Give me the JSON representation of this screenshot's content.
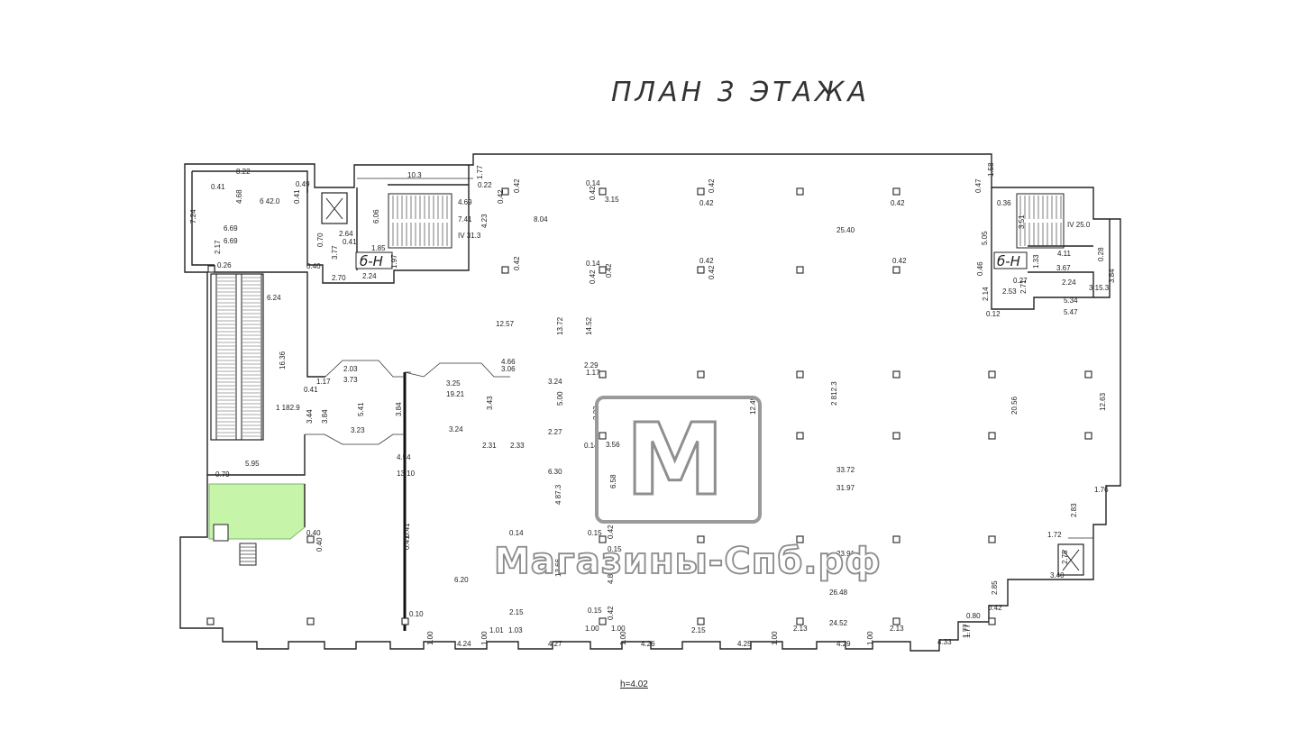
{
  "title": "ПЛАН 3 ЭТАЖА",
  "watermark": {
    "letter": "M",
    "text": "Магазины-Спб.рф"
  },
  "height_note": "h=4.02",
  "room_labels": [
    "б-Н",
    "б-Н"
  ],
  "highlight_color": "#c6f4a9",
  "dimensions": {
    "top_left_room": [
      "8.22",
      "0.41",
      "4.68",
      "б 42.0",
      "0.41",
      "0.49",
      "7.24",
      "6.69",
      "6.69",
      "2.17",
      "0.26"
    ],
    "stair_block": [
      "10.3",
      "4.69",
      "7.41",
      "IV 31.3",
      "6.06",
      "2.64",
      "0.70",
      "3.77",
      "0.41",
      "1.85",
      "1.97",
      "4.23",
      "1.77",
      "0.22",
      "2.70",
      "2.24",
      "0.40"
    ],
    "main_hall_top": [
      "0.42",
      "0.42",
      "0.14",
      "0.42",
      "3.15",
      "0.42",
      "0.42",
      "8.04",
      "25.40",
      "0.47",
      "1.58",
      "0.42",
      "0.42",
      "0.14",
      "0.42",
      "0.42",
      "0.42",
      "0.42",
      "0.42"
    ],
    "right_stair": [
      "0.36",
      "3.51",
      "IV 25.0",
      "5.05",
      "4.11",
      "0.28",
      "3.67",
      "1.33",
      "0.46",
      "0.27",
      "2.24",
      "2.53",
      "2.71",
      "3 15.3",
      "3.84",
      "5.34",
      "5.47",
      "2.14",
      "0.12"
    ],
    "left_corridor": [
      "6.24",
      "16.36",
      "1 182.9",
      "3.44",
      "3.84",
      "5.41",
      "3.84",
      "5.95",
      "0.79",
      "0.40",
      "0.40"
    ],
    "central": [
      "12.57",
      "13.72",
      "14.52",
      "2.03",
      "3.73",
      "1.17",
      "0.41",
      "3.25",
      "19.21",
      "4.66",
      "3.06",
      "2.29",
      "1.17",
      "3.24",
      "5.00",
      "3.43",
      "3.23",
      "3.23",
      "3.24",
      "2.27",
      "2.31",
      "2.33",
      "0.14",
      "3.56",
      "6.30",
      "6.58",
      "4 87.3",
      "4.54",
      "13.10",
      "0.41",
      "0.41"
    ],
    "right_hall": [
      "2 812.3",
      "12.49",
      "33.72",
      "31.97",
      "20.56",
      "12.63",
      "1.76",
      "2.83",
      "1.72",
      "2.75",
      "3.40",
      "2.85",
      "0.80",
      "0.42",
      "26.48",
      "24.52",
      "23.91",
      "1.77"
    ],
    "lower": [
      "0.14",
      "0.15",
      "0.42",
      "0.15",
      "13.66",
      "4.89",
      "6.20",
      "2.15",
      "0.15",
      "0.42",
      "0.10"
    ],
    "bottom_row": [
      "1.00",
      "4.24",
      "1.00",
      "1.01",
      "1.03",
      "4.27",
      "1.00",
      "1.00",
      "4.26",
      "1.00",
      "2.15",
      "4.25",
      "1.00",
      "2.13",
      "4.29",
      "1.00",
      "2.13",
      "4.33",
      "1.77"
    ]
  }
}
